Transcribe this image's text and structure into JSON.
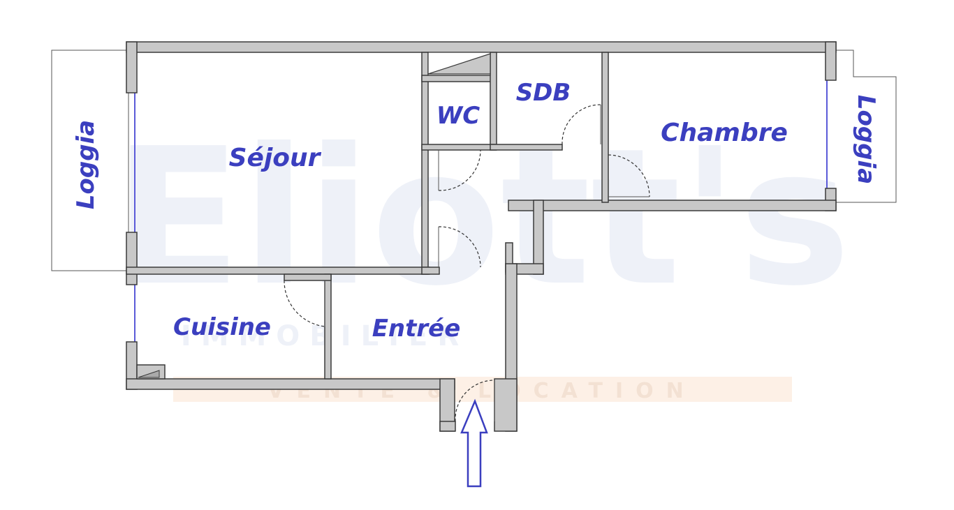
{
  "colors": {
    "label": "#3b3fbf",
    "wall_fill": "#c8c8c8",
    "wall_stroke": "#3a3a3a",
    "watermark": "#eef1f8",
    "watermark_accent": "#fdf0e6",
    "arrow": "#3b3fbf"
  },
  "watermark": {
    "brand": "Eliott's",
    "line1": "IMMOBILIER",
    "line2": "VENTE & LOCATION"
  },
  "rooms": {
    "sejour": "Séjour",
    "wc": "WC",
    "sdb": "SDB",
    "chambre": "Chambre",
    "cuisine": "Cuisine",
    "entree": "Entrée",
    "loggia_left": "Loggia",
    "loggia_right": "Loggia"
  },
  "entrance_arrow_icon": "arrow-up-outline-icon"
}
